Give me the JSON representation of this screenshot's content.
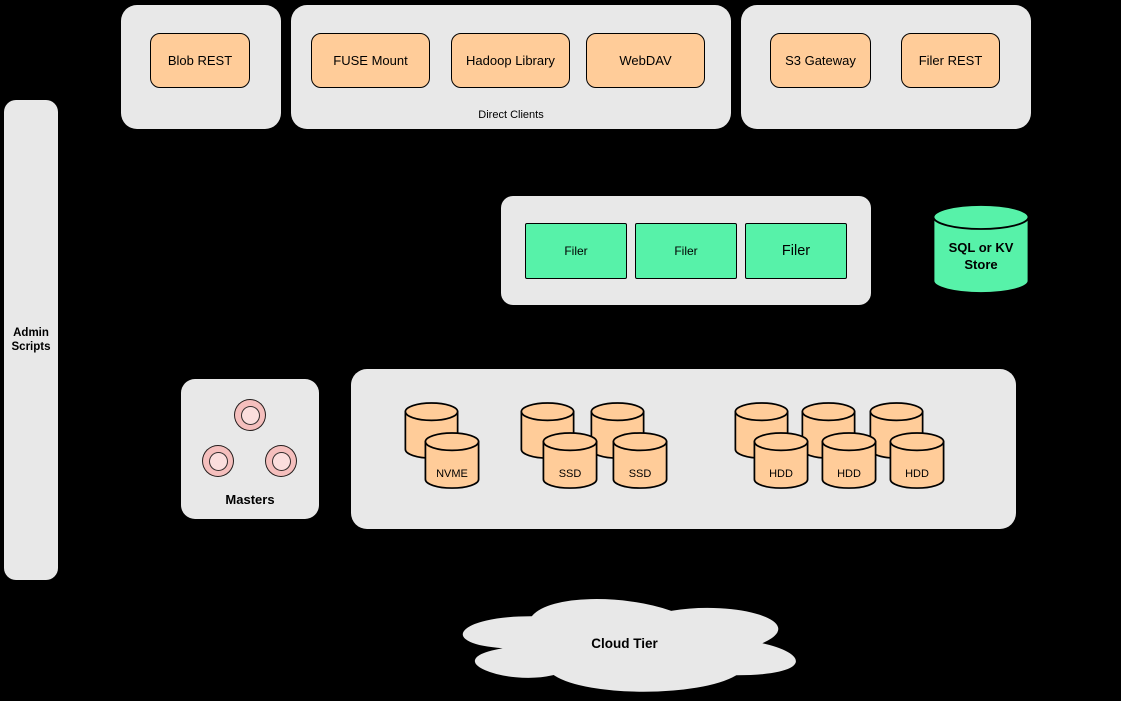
{
  "colors": {
    "background": "#000000",
    "container": "#E8E8E8",
    "node_orange": "#FFCC99",
    "node_green": "#57F2A9",
    "master_fill": "#F5BFBD",
    "master_inner": "#FBDEDD",
    "outline": "#000000"
  },
  "admin": {
    "label": "Admin Scripts"
  },
  "blob_group": {
    "button": "Blob REST"
  },
  "direct_clients": {
    "caption": "Direct Clients",
    "items": [
      {
        "label": "FUSE Mount"
      },
      {
        "label": "Hadoop Library"
      },
      {
        "label": "WebDAV"
      }
    ]
  },
  "gateways": {
    "items": [
      {
        "label": "S3 Gateway"
      },
      {
        "label": "Filer REST"
      }
    ]
  },
  "filers": {
    "items": [
      {
        "label": "Filer"
      },
      {
        "label": "Filer"
      },
      {
        "label": "Filer"
      }
    ]
  },
  "store": {
    "label": "SQL or KV Store"
  },
  "masters": {
    "label": "Masters"
  },
  "volumes": {
    "nvme": {
      "label": "NVME"
    },
    "ssd": {
      "items": [
        {
          "label": "SSD"
        },
        {
          "label": "SSD"
        }
      ]
    },
    "hdd": {
      "items": [
        {
          "label": "HDD"
        },
        {
          "label": "HDD"
        },
        {
          "label": "HDD"
        }
      ]
    }
  },
  "cloud": {
    "label": "Cloud Tier"
  }
}
